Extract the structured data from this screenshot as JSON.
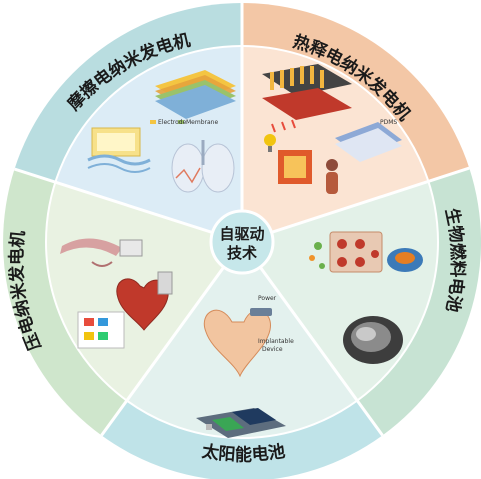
{
  "center": {
    "line1": "自驱动",
    "line2": "技术"
  },
  "segments": [
    {
      "key": "triboelectric",
      "label": "摩擦电纳米发电机"
    },
    {
      "key": "pyroelectric",
      "label": "热释电纳米发电机"
    },
    {
      "key": "biofuel",
      "label": "生物燃料电池"
    },
    {
      "key": "solar",
      "label": "太阳能电池"
    },
    {
      "key": "piezoelectric",
      "label": "压电纳米发电机"
    }
  ],
  "figure_text": {
    "electrode": "Electrode",
    "membrane": "Membrane",
    "power": "Power",
    "implantable_1": "Implantable",
    "implantable_2": "Device"
  },
  "colors": {
    "triboelectric": "#b9dde0",
    "pyroelectric": "#f3c7a6",
    "biofuel": "#c7e3d3",
    "solar": "#bfe3e8",
    "piezoelectric": "#cfe6cc",
    "hub": "#c6e7ea"
  }
}
